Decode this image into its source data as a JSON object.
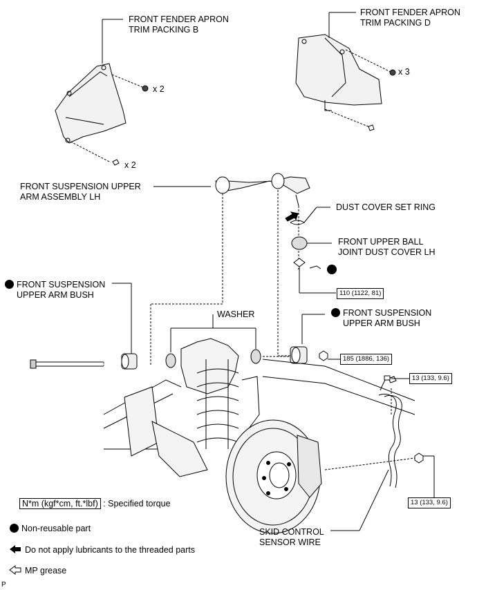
{
  "labels": {
    "fender_b": [
      "FRONT FENDER APRON",
      "TRIM PACKING B"
    ],
    "fender_d": [
      "FRONT FENDER APRON",
      "TRIM PACKING D"
    ],
    "qty_b_clip": "x 2",
    "qty_b_screw": "x 2",
    "qty_d_clip": "x 3",
    "upper_arm": [
      "FRONT SUSPENSION UPPER",
      "ARM ASSEMBLY LH"
    ],
    "dust_ring": "DUST COVER SET RING",
    "dust_cover": [
      "FRONT UPPER BALL",
      "JOINT DUST COVER LH"
    ],
    "bush_left": [
      "FRONT SUSPENSION",
      "UPPER ARM BUSH"
    ],
    "washer": "WASHER",
    "bush_right": [
      "FRONT SUSPENSION",
      "UPPER ARM BUSH"
    ],
    "skid_wire": [
      "SKID CONTROL",
      "SENSOR WIRE"
    ]
  },
  "torques": {
    "ball_joint_nut": "110 (1122, 81)",
    "arm_bolt_nut": "185 (1886, 136)",
    "sensor_bolt_top": "13 (133, 9.6)",
    "sensor_bolt_bottom": "13 (133, 9.6)"
  },
  "legend": {
    "torque_unit": "N*m (kgf*cm, ft.*lbf)",
    "torque_desc": ": Specified torque",
    "non_reusable": "Non-reusable part",
    "no_lube": "Do not apply lubricants to the threaded parts",
    "mp_grease": "MP grease"
  },
  "page_marker": "P"
}
